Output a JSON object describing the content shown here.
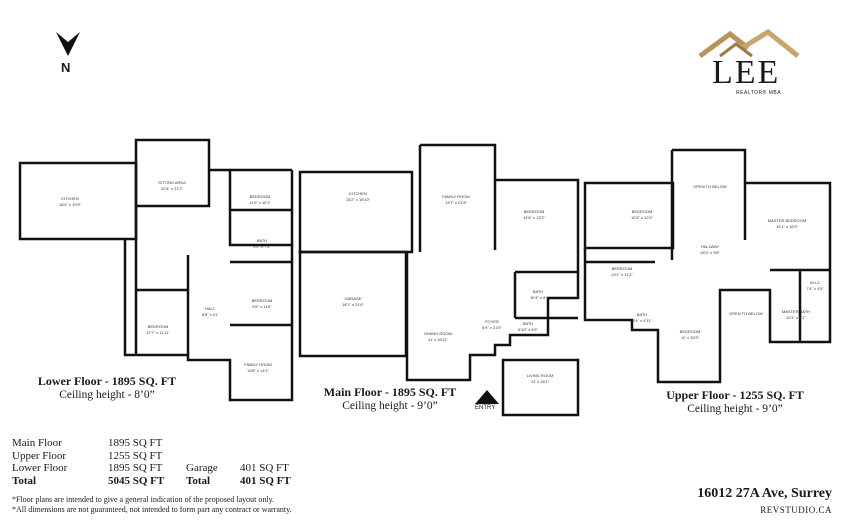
{
  "compass": {
    "label": "N",
    "icon": "north-arrow-icon"
  },
  "logo": {
    "name": "LEE",
    "subtitle": "REALTOR® MBA",
    "icon": "house-roof-icon",
    "colors": {
      "roof": "#b8935a",
      "text": "#1a1a1a"
    }
  },
  "floors": [
    {
      "title": "Lower Floor - 1895 SQ. FT",
      "ceiling": "Ceiling height - 8’0”",
      "rooms": [
        {
          "name": "KITCHEN",
          "dims": "18'0\" x 10'9\""
        },
        {
          "name": "SITTING AREA",
          "dims": "12'4\" x 21'2\""
        },
        {
          "name": "BEDROOM",
          "dims": "11'0\" x 10'1\""
        },
        {
          "name": "BATH",
          "dims": "9'0\" x 7'3\""
        },
        {
          "name": "BEDROOM",
          "dims": "9'6\" x 11'6\""
        },
        {
          "name": "HALL",
          "dims": "6'8\" x 21'"
        },
        {
          "name": "BEDROOM",
          "dims": "12'7\" x 11'11\""
        },
        {
          "name": "FAMILY ROOM",
          "dims": "13'8\" x 14'1\""
        }
      ]
    },
    {
      "title": "Main Floor - 1895 SQ. FT",
      "ceiling": "Ceiling height - 9’0”",
      "rooms": [
        {
          "name": "KITCHEN",
          "dims": "15'2\" x 15'10\""
        },
        {
          "name": "FAMILY ROOM",
          "dims": "13'7\" x 21'8\""
        },
        {
          "name": "BEDROOM",
          "dims": "14'6\" x 13'2\""
        },
        {
          "name": "BATH",
          "dims": "10'4\" x 9'"
        },
        {
          "name": "BATH",
          "dims": "6'10\" x 4'9\""
        },
        {
          "name": "GARAGE",
          "dims": "18'1\" x 21'6\""
        },
        {
          "name": "DINING ROOM",
          "dims": "11' x 15'11\""
        },
        {
          "name": "FOYER",
          "dims": "6'9\" x 21'5\""
        },
        {
          "name": "LIVING ROOM",
          "dims": "12' x 15'1\""
        }
      ],
      "entry_label": "ENTRY"
    },
    {
      "title": "Upper Floor - 1255 SQ. FT",
      "ceiling": "Ceiling height - 9’0”",
      "rooms": [
        {
          "name": "OPEN TO BELOW",
          "dims": ""
        },
        {
          "name": "BEDROOM",
          "dims": "10'3\" x 12'4\""
        },
        {
          "name": "MASTER BEDROOM",
          "dims": "15'1\" x 16'9\""
        },
        {
          "name": "HALLWAY",
          "dims": "18'3\" x 9'6\""
        },
        {
          "name": "BEDROOM",
          "dims": "13'1\" x 11'3\""
        },
        {
          "name": "OPEN TO BELOW",
          "dims": ""
        },
        {
          "name": "BATH",
          "dims": "9'4\" x 4'11\""
        },
        {
          "name": "BEDROOM",
          "dims": "11' x 15'3\""
        },
        {
          "name": "MASTER BATH",
          "dims": "10'1\" x 9'1\""
        },
        {
          "name": "W.I.C",
          "dims": "7'4\" x 4'5\""
        }
      ]
    }
  ],
  "summary": {
    "rows": [
      {
        "label": "Main Floor",
        "value": "1895 SQ FT",
        "label2": "",
        "value2": ""
      },
      {
        "label": "Upper Floor",
        "value": "1255 SQ FT",
        "label2": "",
        "value2": ""
      },
      {
        "label": "Lower Floor",
        "value": "1895 SQ FT",
        "label2": "Garage",
        "value2": "401 SQ FT"
      },
      {
        "label": "Total",
        "value": "5045 SQ FT",
        "label2": "Total",
        "value2": "401 SQ FT"
      }
    ]
  },
  "disclaimer": {
    "line1": "*Floor plans are intended to give a general indication of the proposed layout only.",
    "line2": "*All dimensions are not guaranteed, not intended to form part any contract or warranty."
  },
  "address": "16012 27A Ave, Surrey",
  "studio": "REVSTUDIO.CA"
}
